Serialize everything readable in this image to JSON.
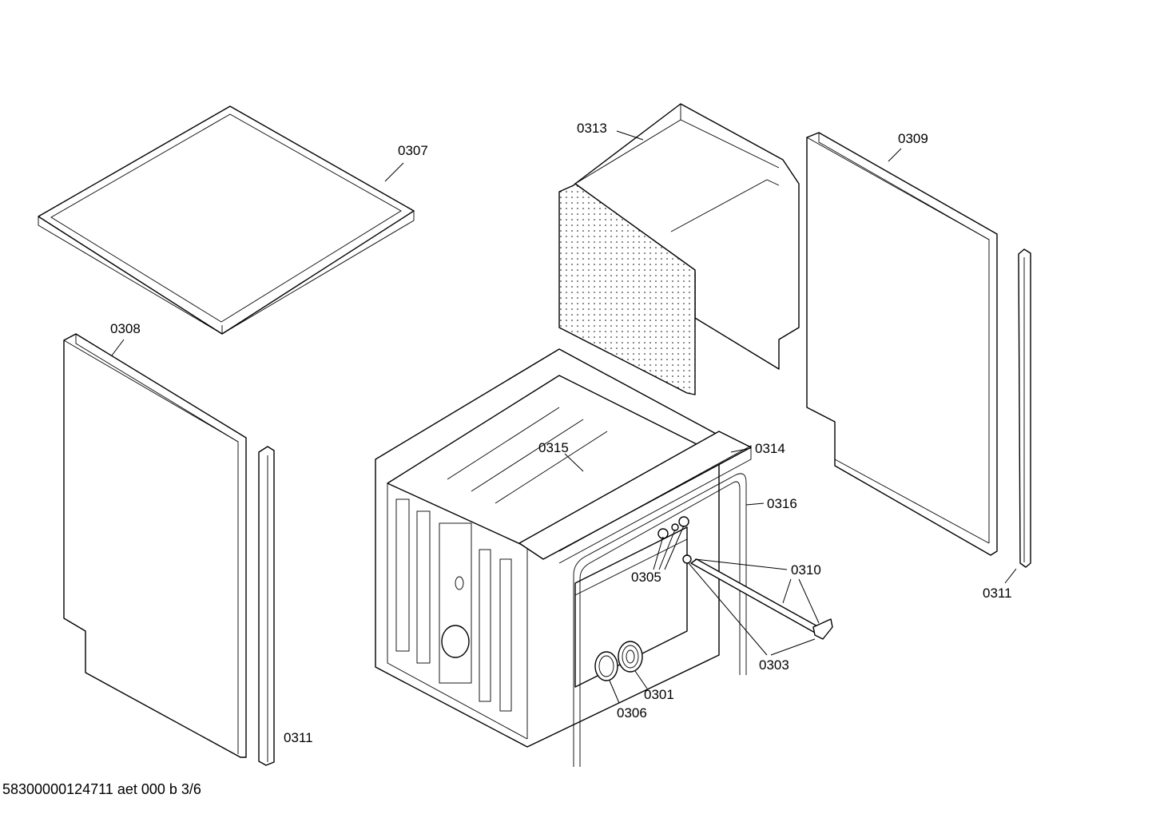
{
  "diagram": {
    "callouts": {
      "p0307": "0307",
      "p0308": "0308",
      "p0313": "0313",
      "p0309": "0309",
      "p0311_right": "0311",
      "p0311_left": "0311",
      "p0315": "0315",
      "p0314": "0314",
      "p0316": "0316",
      "p0310": "0310",
      "p0305": "0305",
      "p0303": "0303",
      "p0301": "0301",
      "p0306": "0306"
    }
  },
  "footer": {
    "code": "58300000124711 aet 000 b 3/6"
  }
}
